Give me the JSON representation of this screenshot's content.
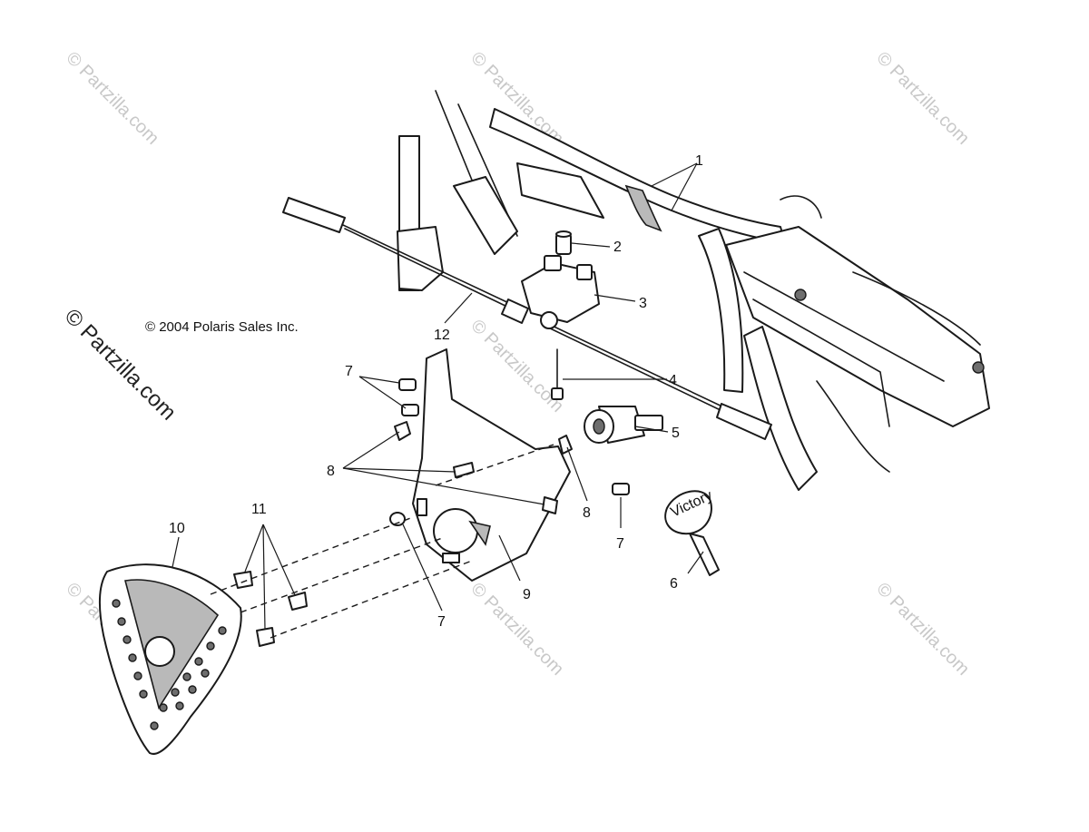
{
  "copyright": "© 2004 Polaris Sales Inc.",
  "watermark": "© Partzilla.com",
  "callouts": {
    "c1": "1",
    "c2": "2",
    "c3": "3",
    "c4": "4",
    "c5": "5",
    "c6": "6",
    "c7a": "7",
    "c7b": "7",
    "c7c": "7",
    "c8a": "8",
    "c8b": "8",
    "c9": "9",
    "c10": "10",
    "c11": "11",
    "c12": "12"
  },
  "key_brand": "Victory"
}
